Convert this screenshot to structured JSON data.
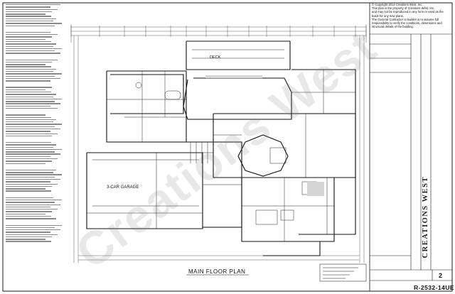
{
  "copyright": {
    "lines": [
      "© Copyright 2014 Creations West, Inc.",
      "This plan is the property of Creations West, Inc.",
      "and may not be reproduced in any form or used as the",
      "basis for any new plans.",
      "The General Contractor or Builder is to assume full",
      "responsibility to verify the conditions, dimensions and",
      "structural details of the building."
    ]
  },
  "title_block": {
    "firm_name": "CREATIONS WEST",
    "sheet_number": "2",
    "plan_number": "R-2532-14UE"
  },
  "drawing": {
    "title": "MAIN FLOOR PLAN",
    "room_labels": {
      "garage": "3-CAR GARAGE",
      "deck": "DECK"
    }
  },
  "watermark": "Creations West"
}
